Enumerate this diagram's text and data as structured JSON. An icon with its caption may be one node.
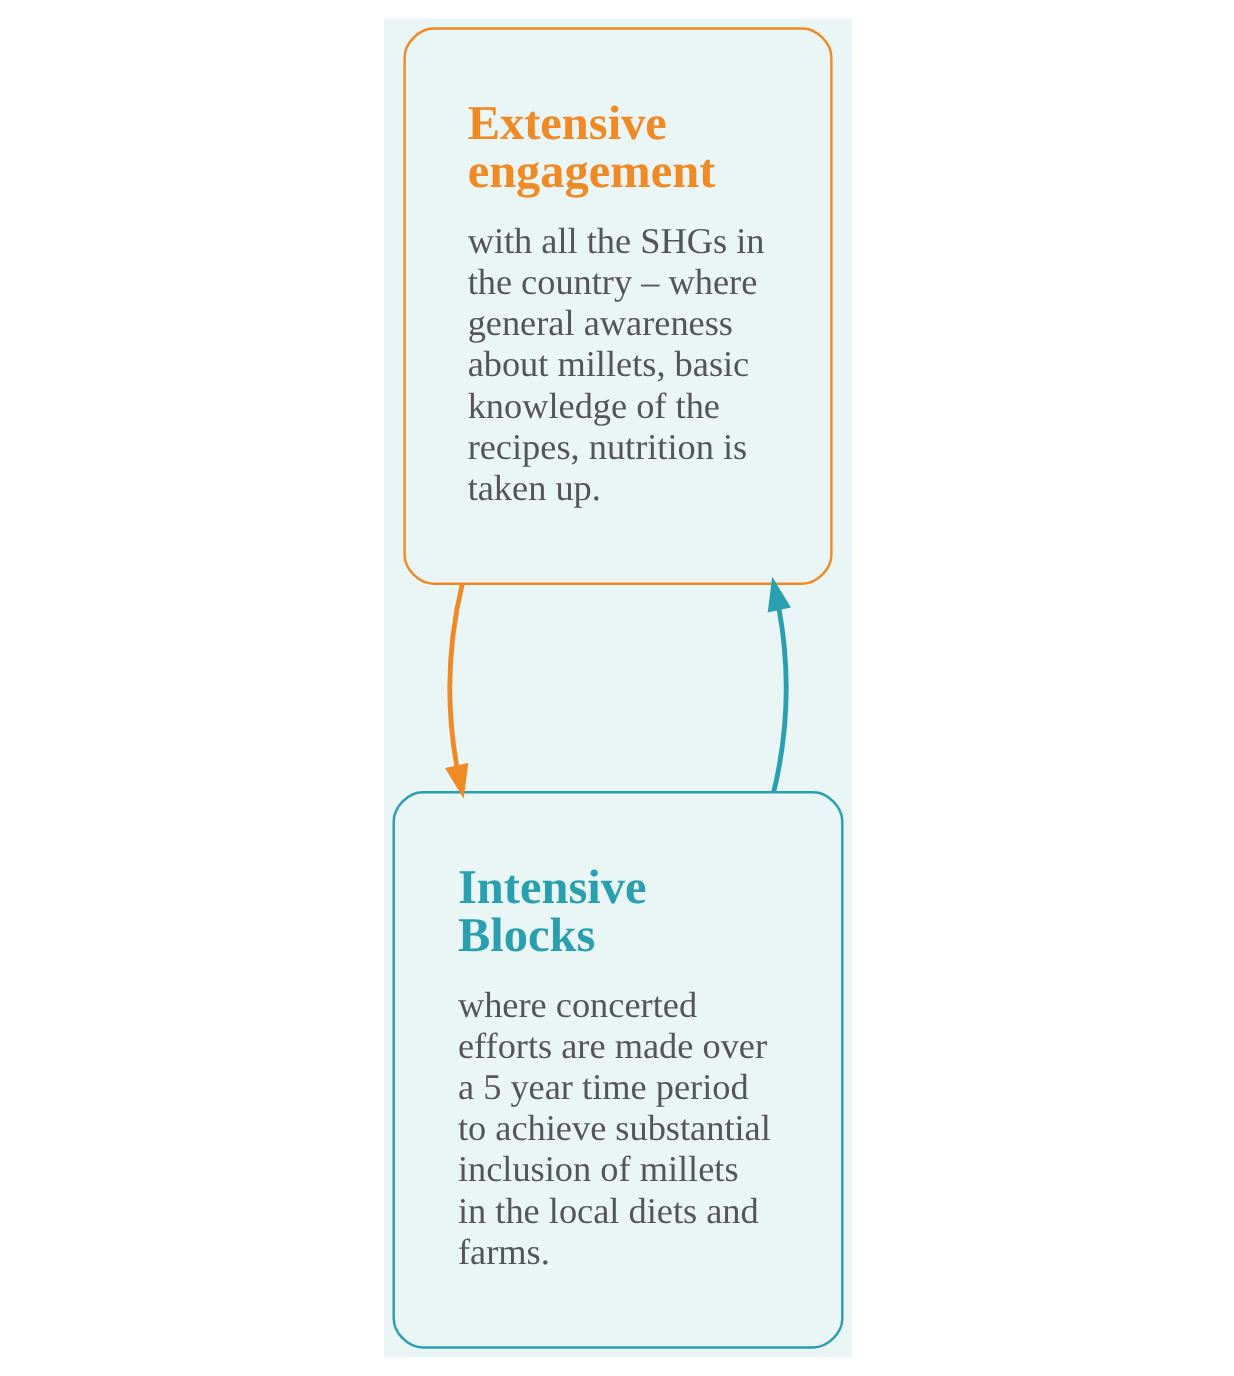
{
  "diagram": {
    "nodes": [
      {
        "text": [
          "Intensive Blocks",
          "where concerted efforts are made over a 5 year time period to achieve substantial inclusion of millets in the local diets and farms."
        ]
      },
      {
        "text": [
          "Extensive engagement",
          "with all the SHGs in the country – where general awareness about millets, basic knowledge of the recipes, nutrition is taken up."
        ]
      }
    ],
    "edges": [
      {
        "from": 0,
        "to": 1,
        "arrow": "to",
        "color": "#2a9fb0"
      },
      {
        "from": 1,
        "to": 0,
        "arrow": "to",
        "color": "#f08a24"
      }
    ]
  }
}
